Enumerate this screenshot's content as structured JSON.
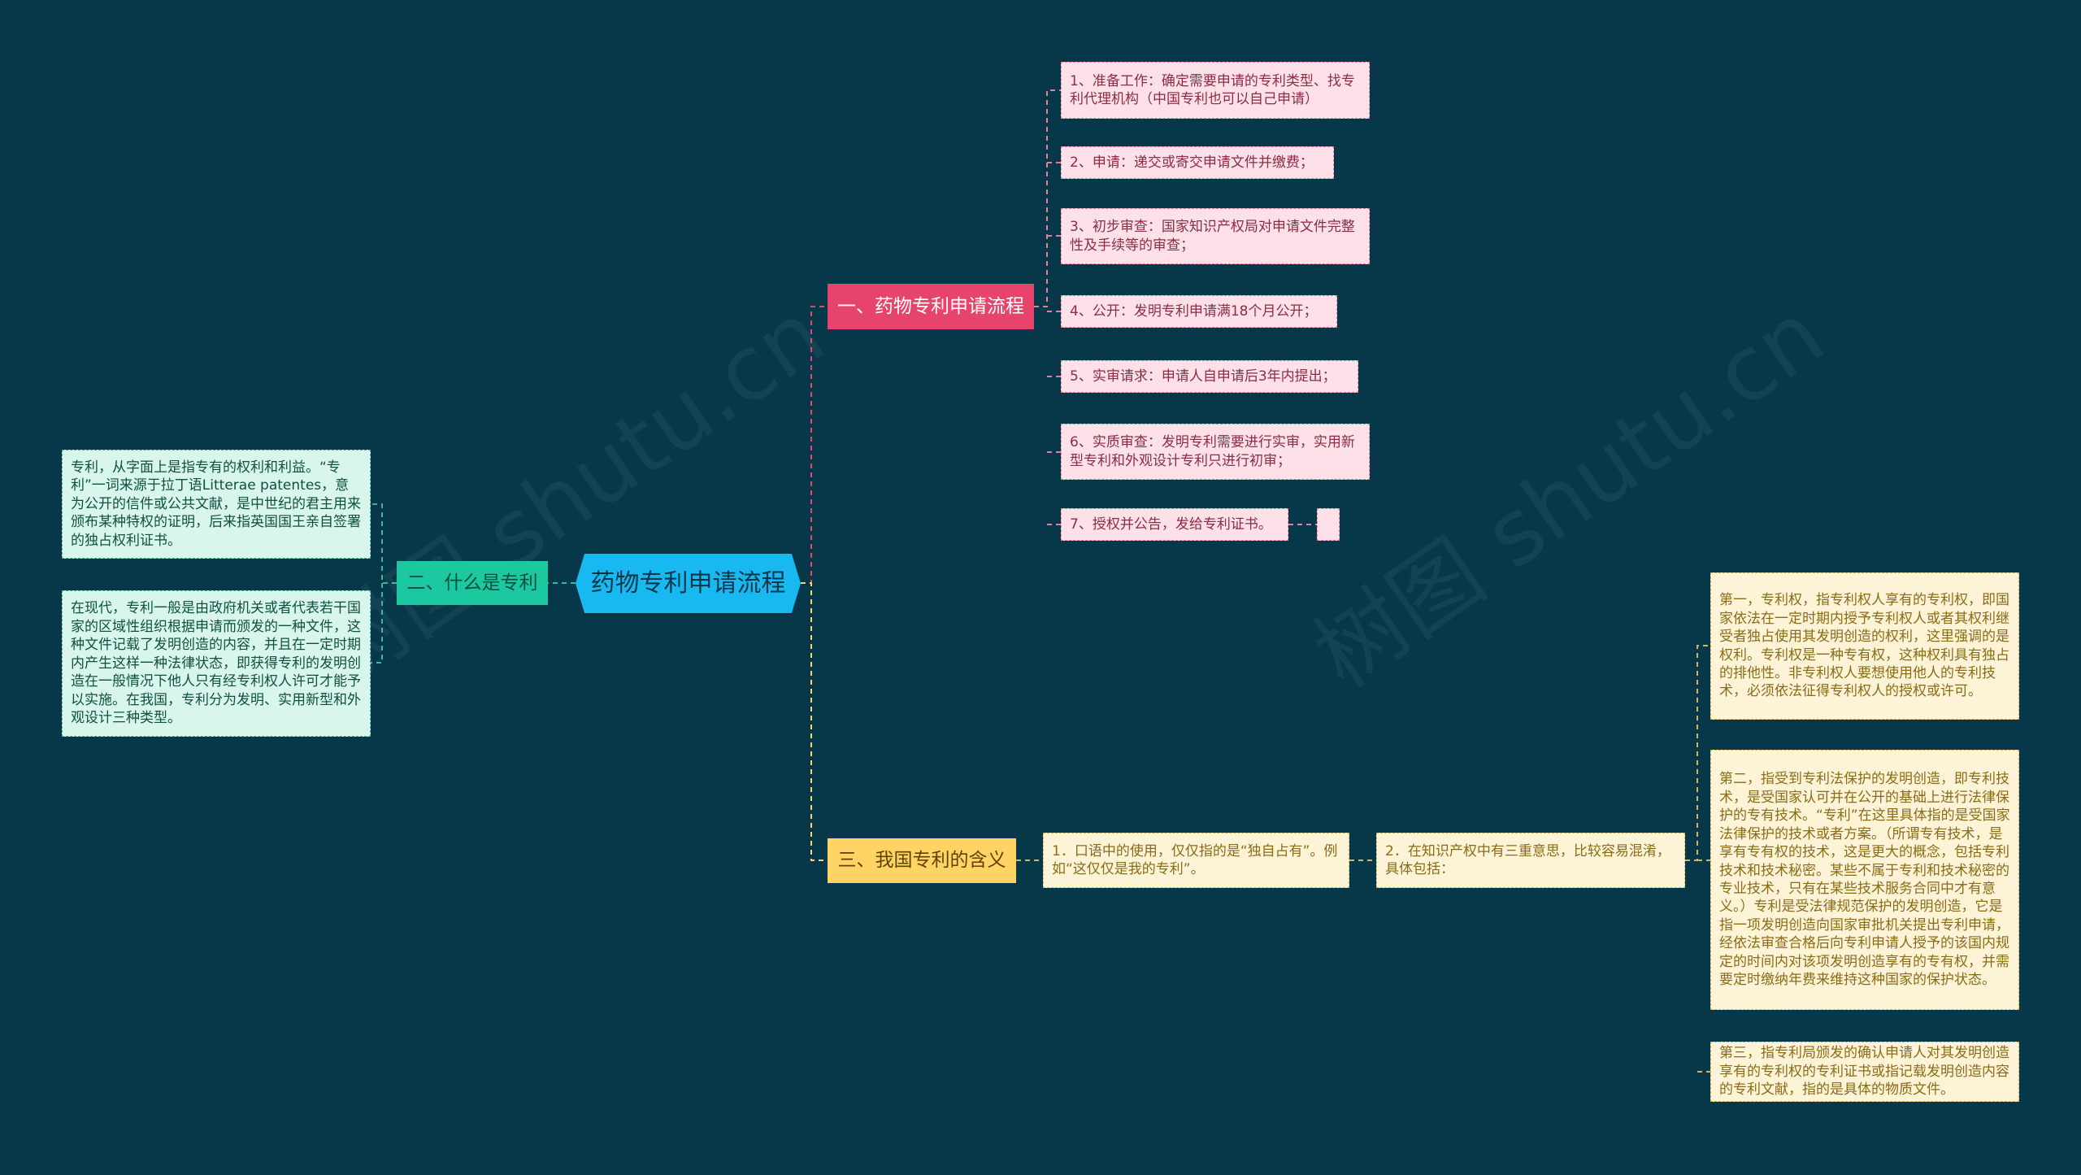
{
  "root": {
    "label": "药物专利申请流程"
  },
  "topics": {
    "process": {
      "label": "一、药物专利申请流程"
    },
    "what_is": {
      "label": "二、什么是专利"
    },
    "meaning": {
      "label": "三、我国专利的含义"
    }
  },
  "process_steps": [
    "1、准备工作：确定需要申请的专利类型、找专利代理机构（中国专利也可以自己申请）",
    "2、申请：递交或寄交申请文件并缴费；",
    "3、初步审查：国家知识产权局对申请文件完整性及手续等的审查；",
    "4、公开：发明专利申请满18个月公开；",
    "5、实审请求：申请人自申请后3年内提出；",
    "6、实质审查：发明专利需要进行实审，实用新型专利和外观设计专利只进行初审；",
    "7、授权并公告，发给专利证书。"
  ],
  "what_is_notes": [
    "专利，从字面上是指专有的权利和利益。“专利”一词来源于拉丁语Litterae patentes，意为公开的信件或公共文献，是中世纪的君主用来颁布某种特权的证明，后来指英国国王亲自签署的独占权利证书。",
    "在现代，专利一般是由政府机关或者代表若干国家的区域性组织根据申请而颁发的一种文件，这种文件记载了发明创造的内容，并且在一定时期内产生这样一种法律状态，即获得专利的发明创造在一般情况下他人只有经专利权人许可才能予以实施。在我国，专利分为发明、实用新型和外观设计三种类型。"
  ],
  "meaning": {
    "item1": "1．口语中的使用，仅仅指的是“独自占有”。例如“这仅仅是我的专利”。",
    "item2": "2．在知识产权中有三重意思，比较容易混淆，具体包括：",
    "details": [
      "第一，专利权，指专利权人享有的专利权，即国家依法在一定时期内授予专利权人或者其权利继受者独占使用其发明创造的权利，这里强调的是权利。专利权是一种专有权，这种权利具有独占的排他性。非专利权人要想使用他人的专利技术，必须依法征得专利权人的授权或许可。",
      "第二，指受到专利法保护的发明创造，即专利技术，是受国家认可并在公开的基础上进行法律保护的专有技术。“专利”在这里具体指的是受国家法律保护的技术或者方案。（所谓专有技术，是享有专有权的技术，这是更大的概念，包括专利技术和技术秘密。某些不属于专利和技术秘密的专业技术，只有在某些技术服务合同中才有意义。）专利是受法律规范保护的发明创造，它是指一项发明创造向国家审批机关提出专利申请，经依法审查合格后向专利申请人授予的该国内规定的时间内对该项发明创造享有的专有权，并需要定时缴纳年费来维持这种国家的保护状态。",
      "第三，指专利局颁发的确认申请人对其发明创造享有的专利权的专利证书或指记载发明创造内容的专利文献，指的是具体的物质文件。"
    ]
  },
  "colors": {
    "background": "#06384a",
    "root": "#18b9f0",
    "topic_process": "#e7446d",
    "topic_what_is": "#1cc8a0",
    "topic_meaning": "#ffd364"
  }
}
